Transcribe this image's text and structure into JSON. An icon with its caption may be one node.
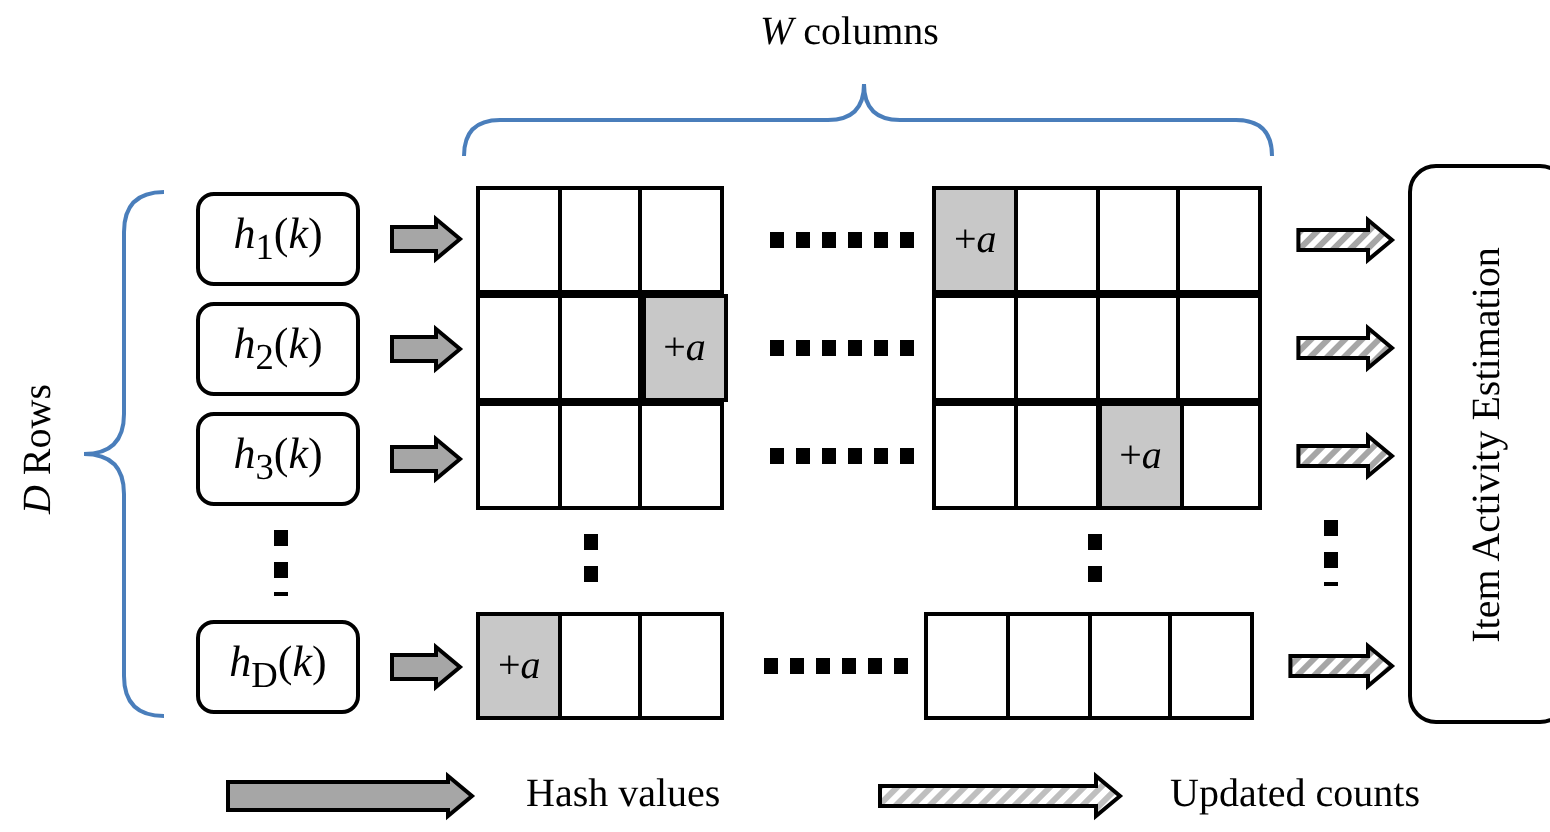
{
  "diagram": {
    "nodes": [
      {
        "text": [
          "*h*$_{1}$(*k*)"
        ]
      },
      {
        "text": [
          "*h*$_{2}$(*k*)"
        ]
      },
      {
        "text": [
          "*h*$_{3}$(*k*)"
        ]
      },
      {
        "text": [
          "*h*$_{D}$(*k*)"
        ]
      },
      {
        "text": [],
        "shape": "box"
      },
      {
        "text": [],
        "shape": "box"
      },
      {
        "text": [],
        "shape": "box"
      },
      {
        "text": [],
        "shape": "box"
      },
      {
        "text": [],
        "shape": "box"
      },
      {
        "text": [],
        "shape": "box"
      },
      {
        "text": [],
        "shape": "box"
      },
      {
        "text": [],
        "shape": "box"
      },
      {
        "text": [
          "Item Activity Estimation"
        ]
      },
      {
        "text": [
          "+*a*"
        ],
        "in": 8
      },
      {
        "text": [
          "+*a*"
        ],
        "in": 5
      },
      {
        "text": [
          "+*a*"
        ],
        "in": 10
      },
      {
        "text": [
          "+*a*"
        ],
        "in": 7
      }
    ],
    "edges": [
      {
        "from": 0,
        "to": 4,
        "arrow": "to"
      },
      {
        "from": 1,
        "to": 5,
        "arrow": "to"
      },
      {
        "from": 2,
        "to": 6,
        "arrow": "to"
      },
      {
        "from": 3,
        "to": 7,
        "arrow": "to"
      },
      {
        "from": 8,
        "to": 12,
        "arrow": "to",
        "color": "#a6a6a6"
      },
      {
        "from": 9,
        "to": 12,
        "arrow": "to",
        "color": "#a6a6a6"
      },
      {
        "from": 10,
        "to": 12,
        "arrow": "to",
        "color": "#a6a6a6"
      },
      {
        "from": 11,
        "to": 12,
        "arrow": "to",
        "color": "#a6a6a6"
      }
    ],
    "labels": [
      "*W* columns",
      "*D* Rows"
    ],
    "legend": [
      {
        "text": "Hash values"
      },
      {
        "text": "Updated counts"
      }
    ]
  }
}
